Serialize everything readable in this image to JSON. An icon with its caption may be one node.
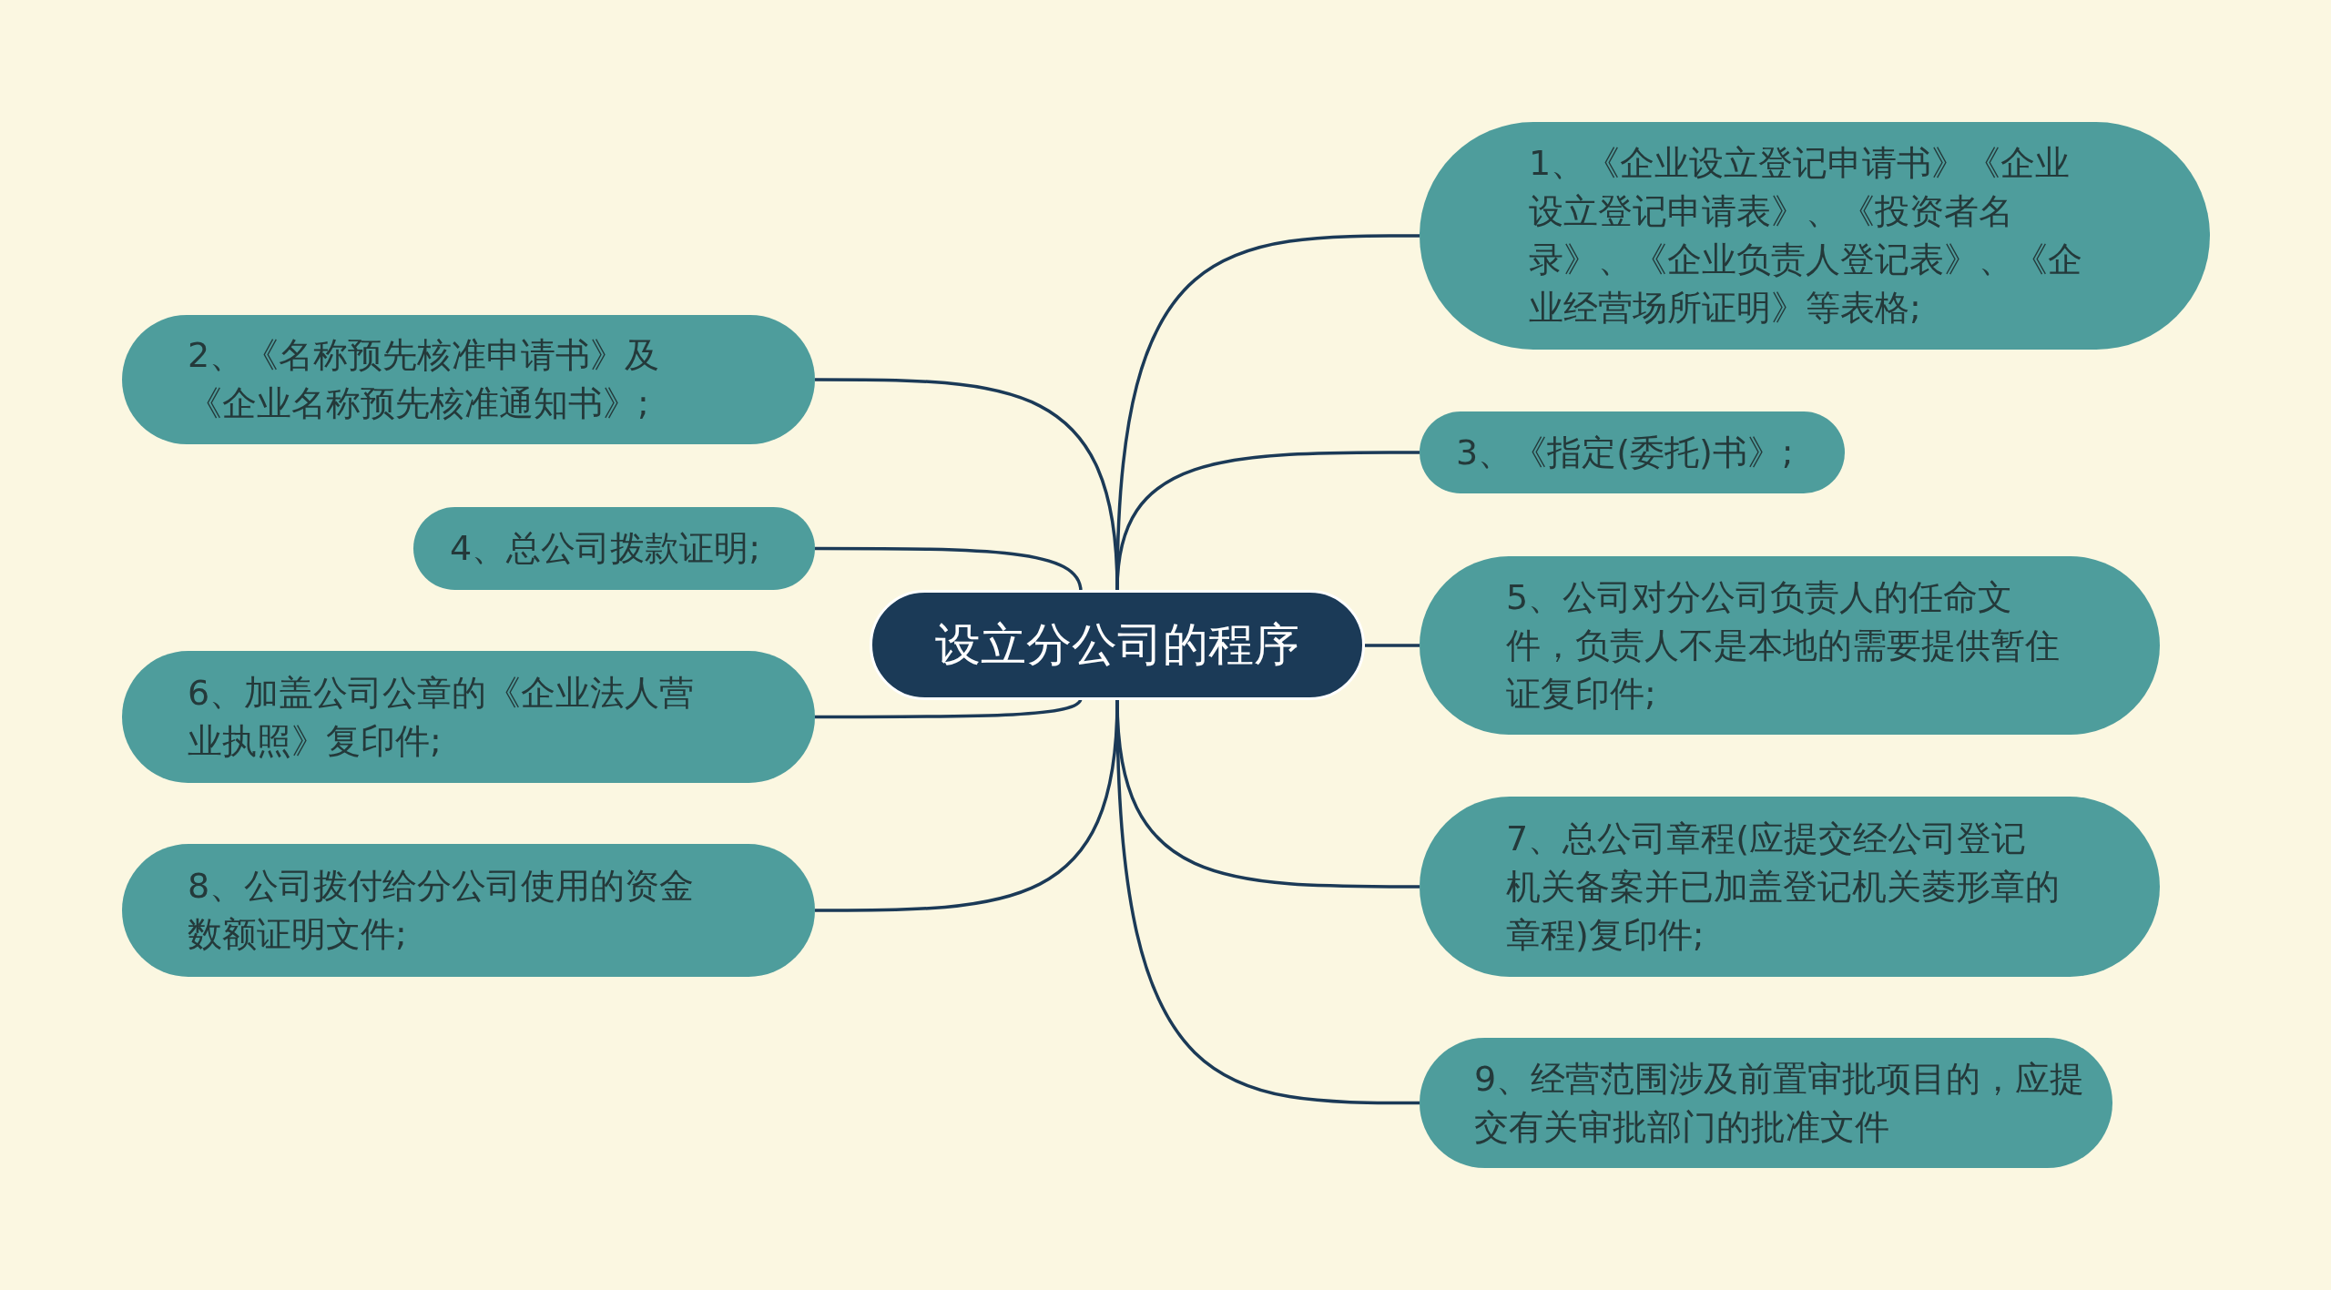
{
  "diagram": {
    "nodes": [
      {
        "text": [
          "设立分公司的程序"
        ]
      },
      {
        "text": [
          "1、《企业设立登记申请书》《企业设立登记申请表》、《投资者名录》、《企业负责人登记表》、《企业经营场所证明》等表格;"
        ]
      },
      {
        "text": [
          "2、《名称预先核准申请书》及《企业名称预先核准通知书》;"
        ]
      },
      {
        "text": [
          "3、《指定(委托)书》;"
        ]
      },
      {
        "text": [
          "4、总公司拨款证明;"
        ]
      },
      {
        "text": [
          "5、公司对分公司负责人的任命文件，负责人不是本地的需要提供暂住证复印件;"
        ]
      },
      {
        "text": [
          "6、加盖公司公章的《企业法人营业执照》复印件;"
        ]
      },
      {
        "text": [
          "7、总公司章程(应提交经公司登记机关备案并已加盖登记机关菱形章的章程)复印件;"
        ]
      },
      {
        "text": [
          "8、公司拨付给分公司使用的资金数额证明文件;"
        ]
      },
      {
        "text": [
          "9、经营范围涉及前置审批项目的，应提交有关审批部门的批准文件"
        ]
      }
    ],
    "edges": [
      {
        "from": 0,
        "to": 1,
        "arrow": "none"
      },
      {
        "from": 0,
        "to": 2,
        "arrow": "none"
      },
      {
        "from": 0,
        "to": 3,
        "arrow": "none"
      },
      {
        "from": 0,
        "to": 4,
        "arrow": "none"
      },
      {
        "from": 0,
        "to": 5,
        "arrow": "none"
      },
      {
        "from": 0,
        "to": 6,
        "arrow": "none"
      },
      {
        "from": 0,
        "to": 7,
        "arrow": "none"
      },
      {
        "from": 0,
        "to": 8,
        "arrow": "none"
      },
      {
        "from": 0,
        "to": 9,
        "arrow": "none"
      }
    ]
  }
}
